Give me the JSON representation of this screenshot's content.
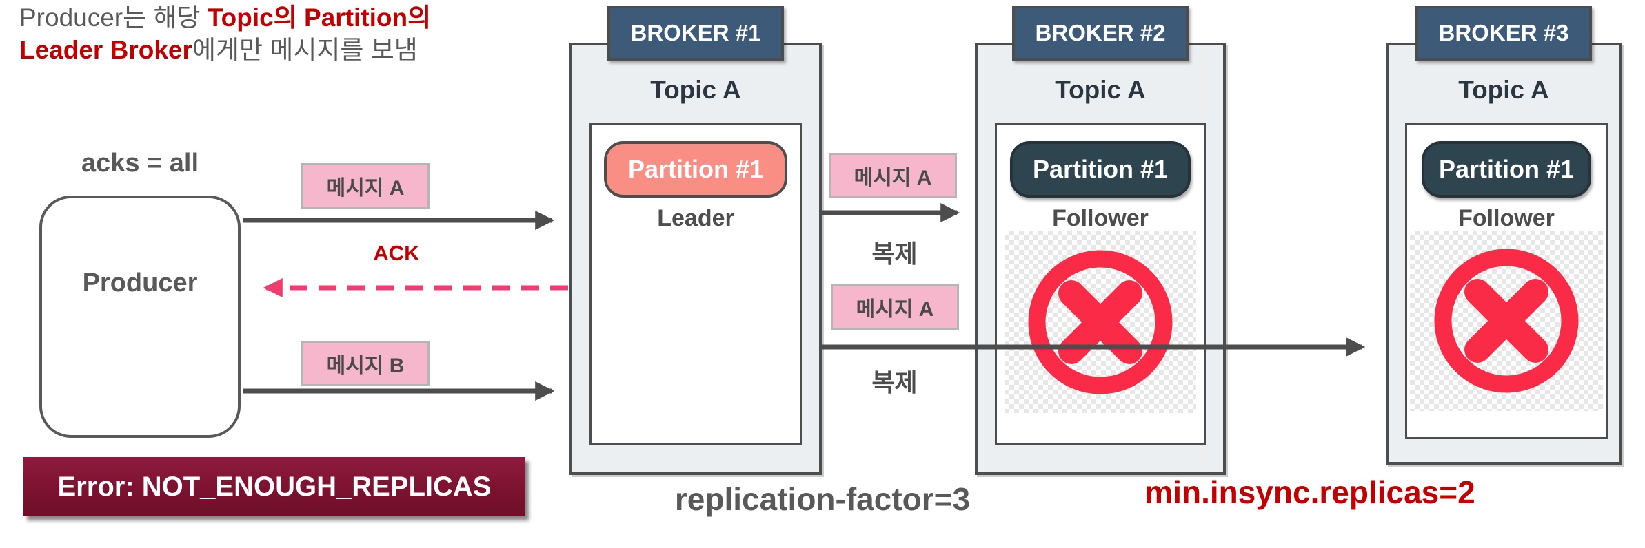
{
  "annotation": {
    "l1_normal": "Producer는 해당 ",
    "l1_red": "Topic의 Partition의",
    "l2_red": "Leader Broker",
    "l2_normal": "에게만 메시지를 보냄"
  },
  "producer": {
    "acks_label": "acks = all",
    "label": "Producer"
  },
  "flows": {
    "msg_a_producer": "메시지 A",
    "ack": "ACK",
    "msg_b_producer": "메시지 B",
    "msg_a_broker2": "메시지 A",
    "replicate_1": "복제",
    "msg_a_broker3": "메시지 A",
    "replicate_2": "복제"
  },
  "brokers": [
    {
      "name": "BROKER #1",
      "topic": "Topic A",
      "partition": "Partition #1",
      "role": "Leader",
      "failed": false
    },
    {
      "name": "BROKER #2",
      "topic": "Topic A",
      "partition": "Partition #1",
      "role": "Follower",
      "failed": true
    },
    {
      "name": "BROKER #3",
      "topic": "Topic A",
      "partition": "Partition #1",
      "role": "Follower",
      "failed": true
    }
  ],
  "footer": {
    "error": "Error: NOT_ENOUGH_REPLICAS",
    "replication_factor": "replication-factor=3",
    "min_insync_replicas": "min.insync.replicas=2"
  },
  "colors": {
    "header_blue": "#3D5A78",
    "broker_fill": "#EBEFF2",
    "leader_salmon": "#F98E85",
    "follower_dark": "#2E4550",
    "message_pink": "#F6B6CB",
    "arrow_gray": "#4D4D4D",
    "ack_dashed_pink": "#ED3E6F",
    "red_text": "#C00000",
    "x_icon_red": "#F92B47",
    "error_box_maroon": "#7C1230"
  }
}
